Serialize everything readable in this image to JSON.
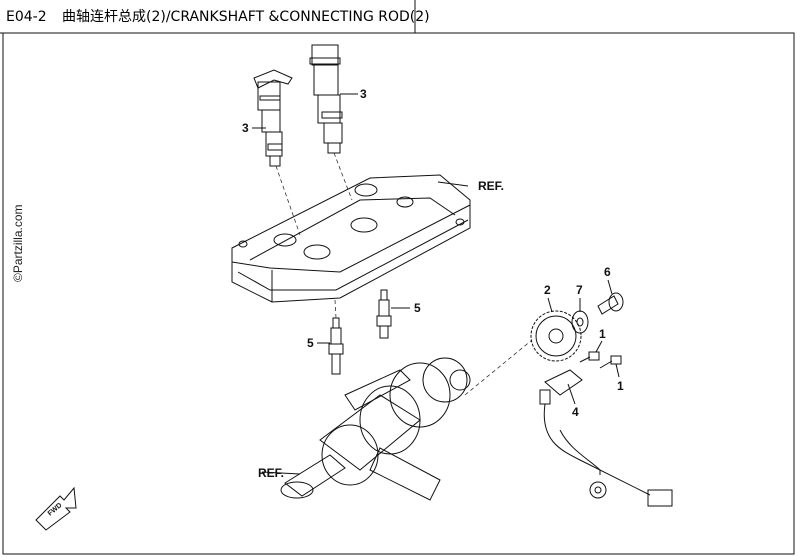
{
  "header": {
    "code": "E04-2",
    "title": "曲轴连杆总成(2)/CRANKSHAFT &CONNECTING ROD(2)"
  },
  "watermark": "©Partzilla.com",
  "fwd_label": "FWD",
  "ref_labels": {
    "cover": "REF.",
    "crankshaft": "REF."
  },
  "callouts": {
    "coil_right": "3",
    "coil_left": "3",
    "plug_right": "5",
    "plug_left": "5",
    "rotor": "2",
    "washer": "7",
    "bolt_large": "6",
    "bolt_small_top": "1",
    "bolt_small_bottom": "1",
    "sensor": "4"
  }
}
